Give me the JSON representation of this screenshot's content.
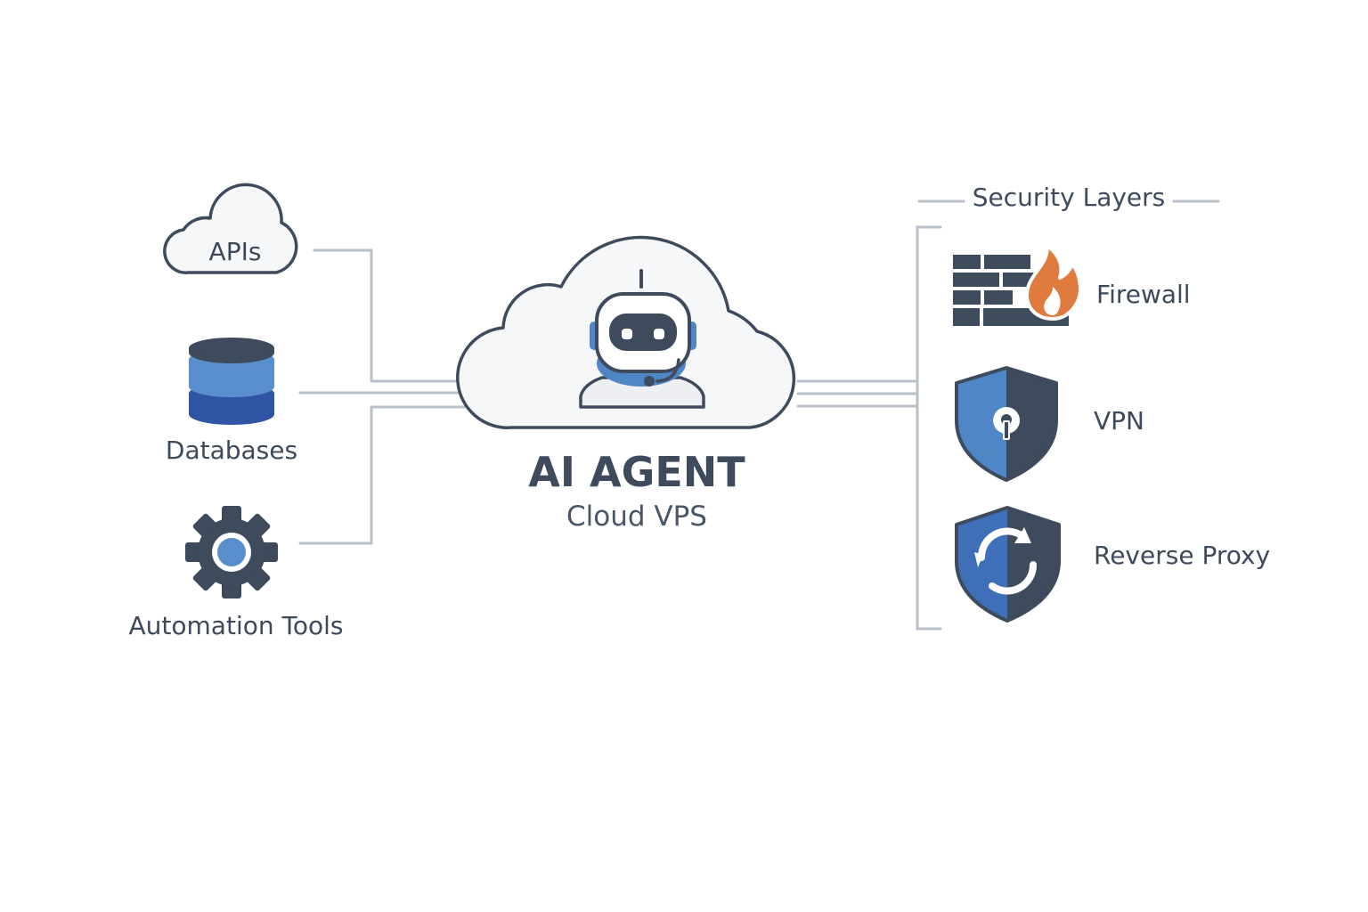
{
  "diagram": {
    "center": {
      "title": "AI AGENT",
      "subtitle": "Cloud VPS",
      "icon": "robot-icon"
    },
    "left_nodes": [
      {
        "label": "APIs",
        "icon": "cloud-icon"
      },
      {
        "label": "Databases",
        "icon": "database-icon"
      },
      {
        "label": "Automation Tools",
        "icon": "gear-icon"
      }
    ],
    "security": {
      "heading": "Security Layers",
      "layers": [
        {
          "label": "Firewall",
          "icon": "firewall-icon"
        },
        {
          "label": "VPN",
          "icon": "shield-lock-icon"
        },
        {
          "label": "Reverse Proxy",
          "icon": "shield-sync-icon"
        }
      ]
    }
  },
  "colors": {
    "dark": "#3e4b5d",
    "blue": "#4f86c6",
    "deep_blue": "#2f55a4",
    "orange": "#e07b3f",
    "line": "#b9bfc7",
    "cloud_fill": "#f6f7f9"
  }
}
